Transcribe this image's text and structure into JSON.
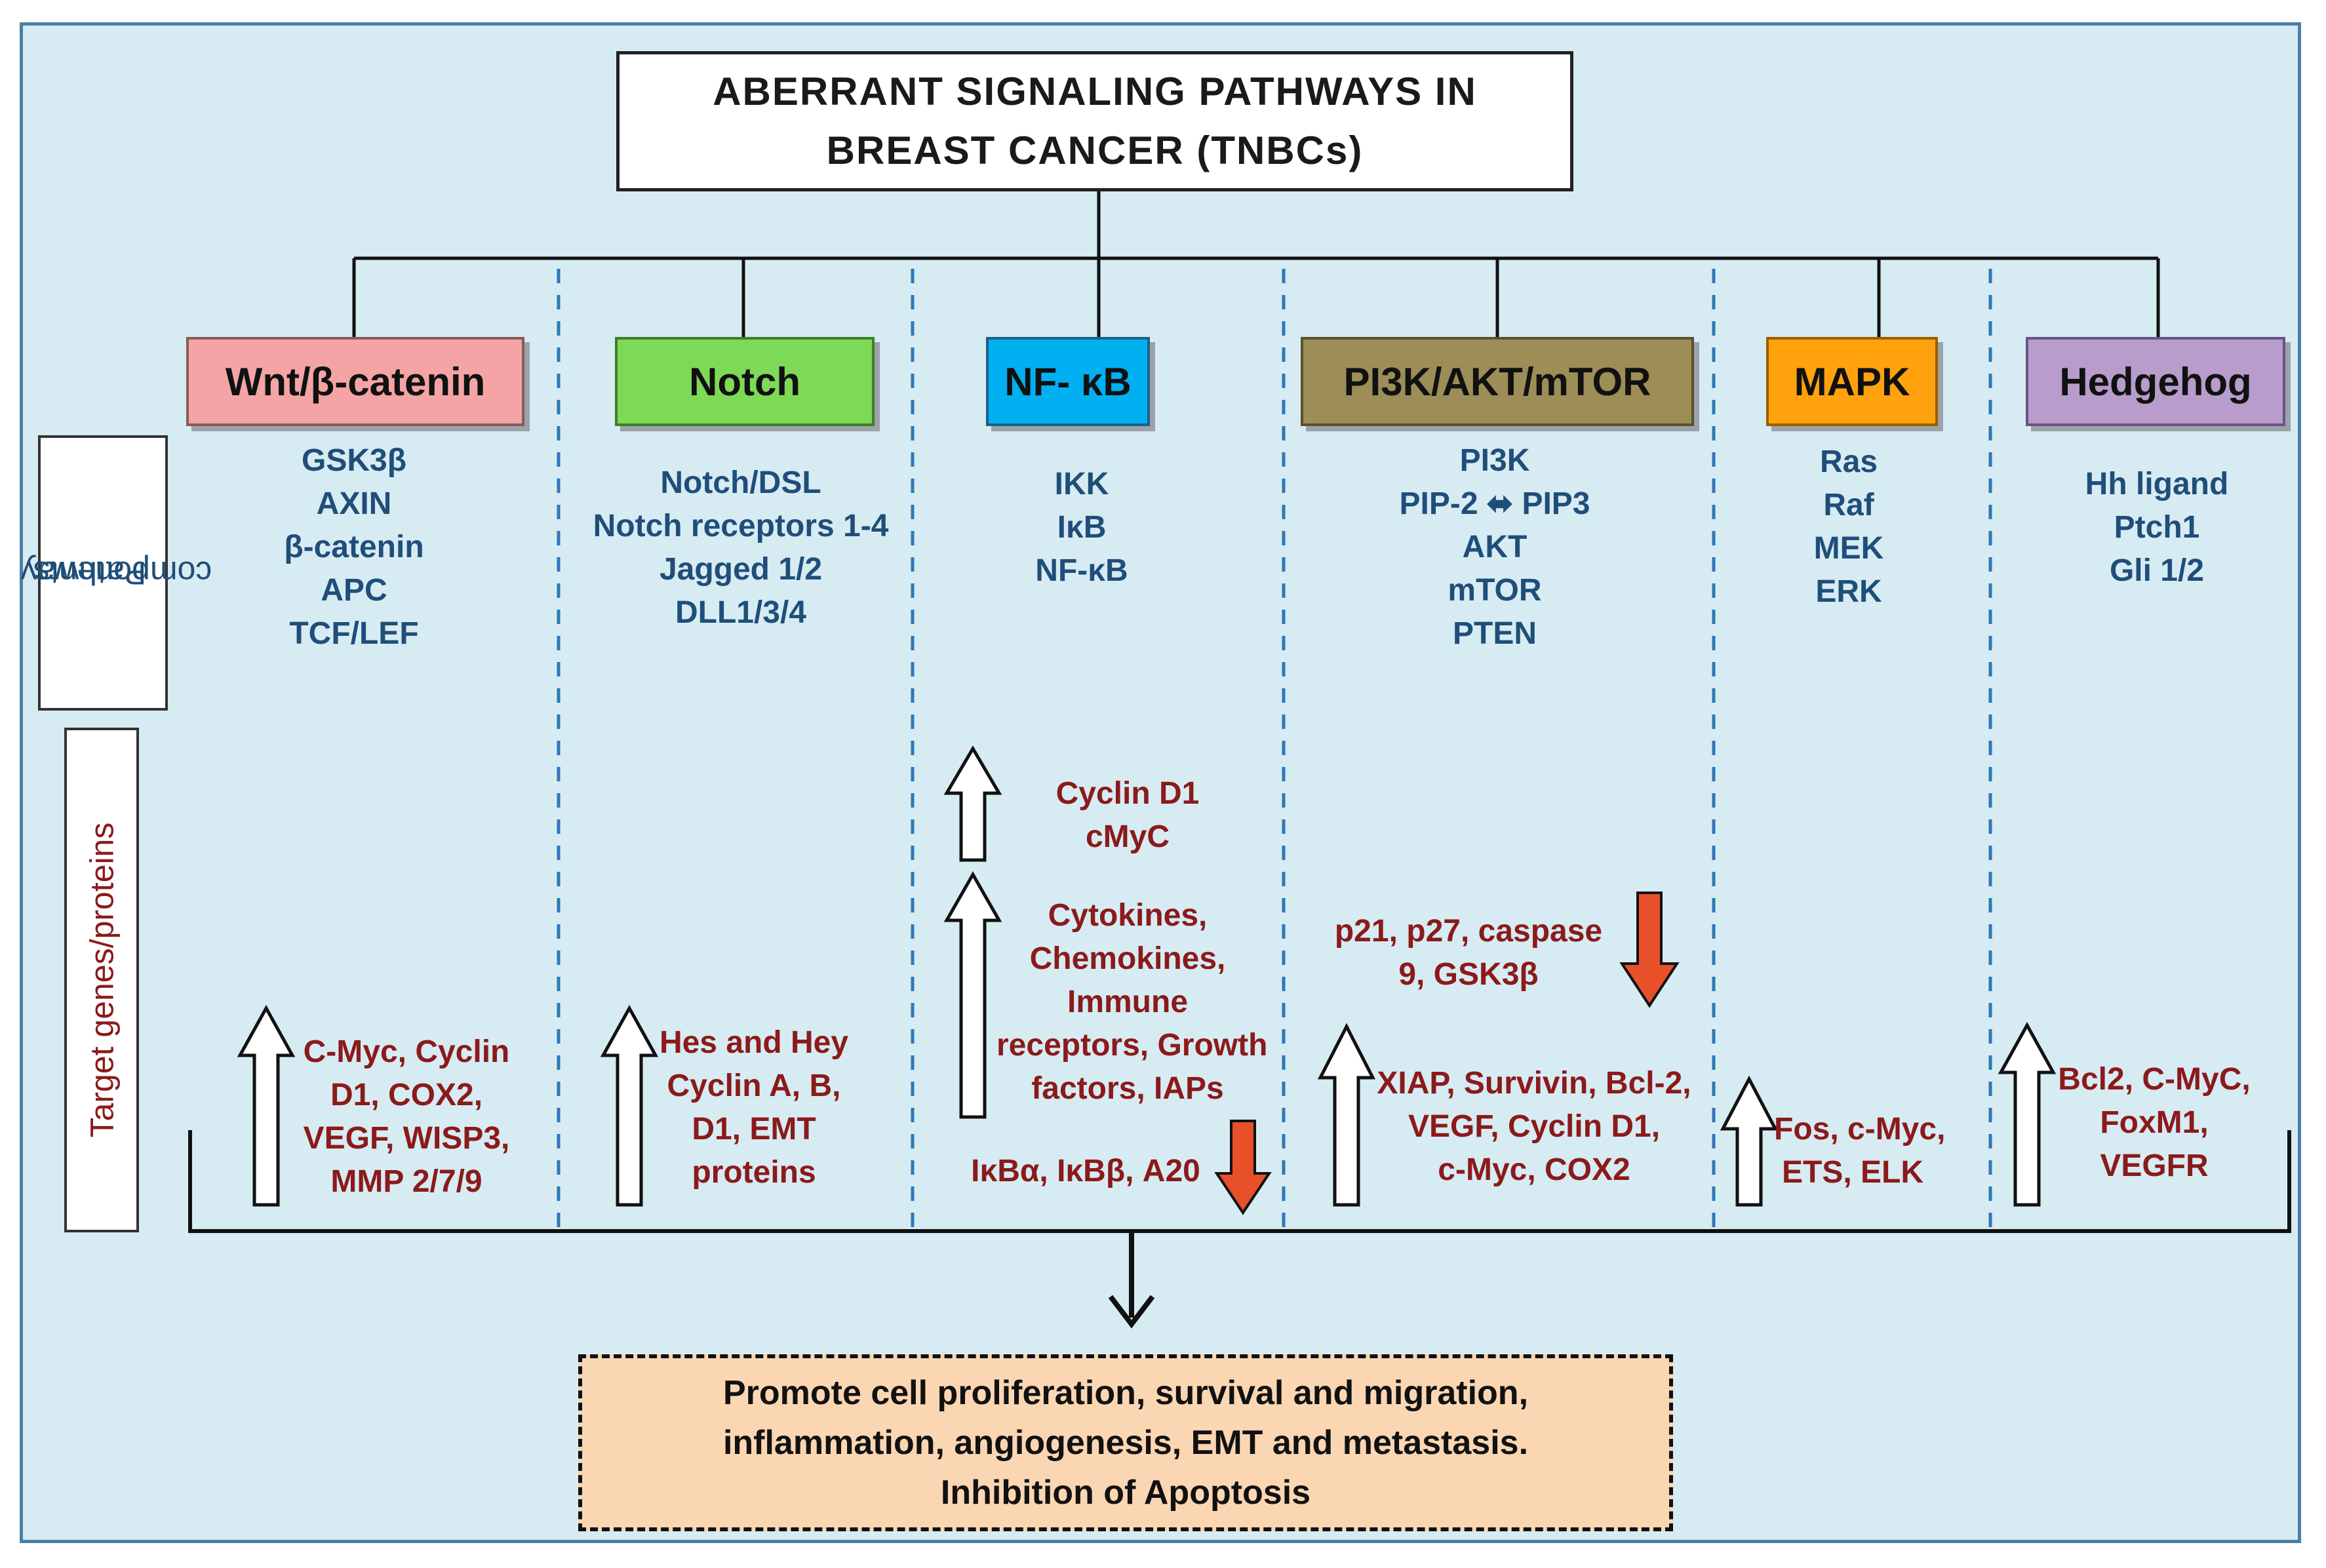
{
  "title": {
    "line1": "ABERRANT SIGNALING PATHWAYS IN",
    "line2": "BREAST CANCER (TNBCs)"
  },
  "side_labels": {
    "components": [
      "Pathway",
      "components"
    ],
    "targets": "Target genes/proteins"
  },
  "pathways": [
    {
      "name": "Wnt/β-catenin",
      "color": "#f4a4a4",
      "components": [
        "GSK3β",
        "AXIN",
        "β-catenin",
        "APC",
        "TCF/LEF"
      ],
      "up": [
        "C-Myc,  Cyclin",
        "D1, COX2,",
        "VEGF, WISP3,",
        "MMP 2/7/9"
      ]
    },
    {
      "name": "Notch",
      "color": "#7ed957",
      "components": [
        "Notch/DSL",
        "Notch  receptors 1-4",
        "Jagged 1/2",
        "DLL1/3/4"
      ],
      "up": [
        "Hes  and Hey",
        "Cyclin A, B,",
        "D1, EMT",
        "proteins"
      ]
    },
    {
      "name": "NF- κB",
      "color": "#00b0f0",
      "components": [
        "IKK",
        "IκB",
        "NF-κB"
      ],
      "up_short": [
        "Cyclin D1",
        "cMyC"
      ],
      "up": [
        "Cytokines,",
        "Chemokines,",
        "Immune",
        "receptors,  Growth",
        "factors,  IAPs"
      ],
      "down": [
        "IκBα, IκBβ, A20"
      ]
    },
    {
      "name": "PI3K/AKT/mTOR",
      "color": "#9d8d57",
      "components": [
        "PI3K",
        "PIP-2 ⬌ PIP3",
        "AKT",
        "mTOR",
        "PTEN"
      ],
      "down": [
        "p21,  p27, caspase",
        "9, GSK3β"
      ],
      "up": [
        "XIAP, Survivin, Bcl-2,",
        "VEGF, Cyclin D1,",
        "c-Myc,  COX2"
      ]
    },
    {
      "name": "MAPK",
      "color": "#ffa20d",
      "components": [
        "Ras",
        "Raf",
        "MEK",
        "ERK"
      ],
      "up": [
        "Fos, c-Myc,",
        "ETS, ELK"
      ]
    },
    {
      "name": "Hedgehog",
      "color": "#b89ccc",
      "components": [
        "Hh ligand",
        "Ptch1",
        "Gli 1/2"
      ],
      "up": [
        "Bcl2, C-MyC,",
        "FoxM1,",
        "VEGFR"
      ]
    }
  ],
  "outcome": {
    "line1": "Promote cell proliferation,  survival  and migration,",
    "line2": "inflammation, angiogenesis,  EMT and metastasis.",
    "line3": "Inhibition of Apoptosis"
  },
  "colors": {
    "background": "#d7ebf3",
    "component_text": "#1f4e79",
    "gene_text": "#8b1a1a",
    "down_arrow": "#e8502a",
    "outcome_fill": "#fbd6b3"
  }
}
